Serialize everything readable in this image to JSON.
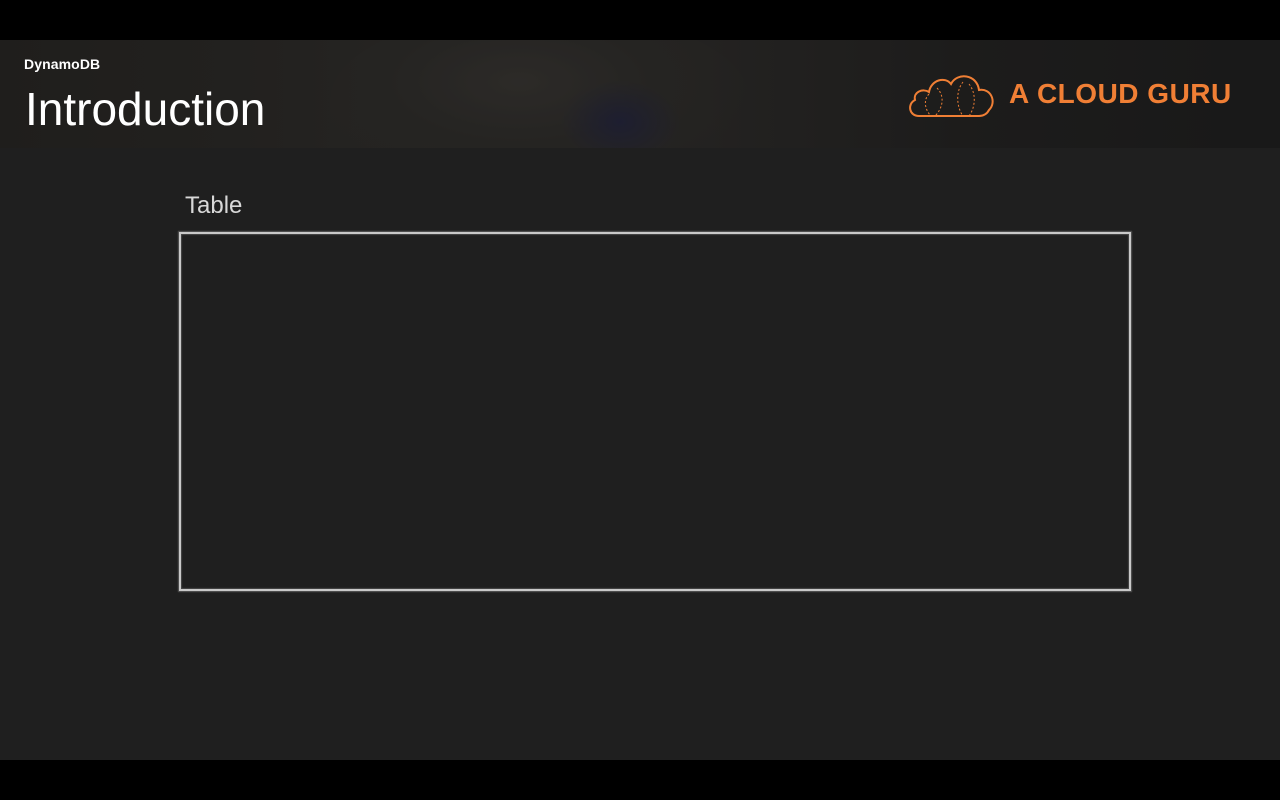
{
  "header": {
    "course": "DynamoDB",
    "title": "Introduction",
    "logo_text": "A CLOUD GURU"
  },
  "slide": {
    "table_label": "Table"
  },
  "colors": {
    "brand_orange": "#f07f35",
    "slide_background": "#1f1f1f",
    "letterbox": "#000000"
  },
  "icons": {
    "logo": "cloud-logo-icon"
  }
}
